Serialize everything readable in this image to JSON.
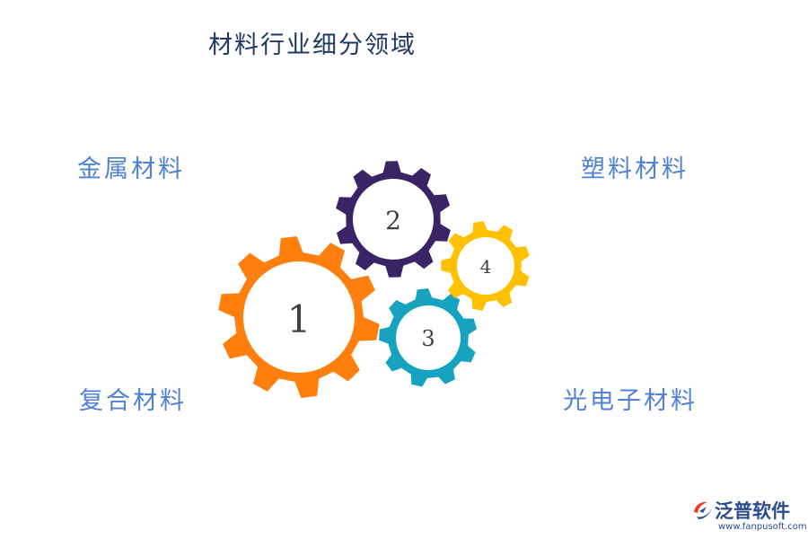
{
  "title": "材料行业细分领域",
  "labels": {
    "top_left": "金属材料",
    "top_right": "塑料材料",
    "bottom_left": "复合材料",
    "bottom_right": "光电子材料"
  },
  "gears": [
    {
      "number": "1",
      "color": "#ff7f0e"
    },
    {
      "number": "2",
      "color": "#3b2466"
    },
    {
      "number": "3",
      "color": "#17a3bf"
    },
    {
      "number": "4",
      "color": "#ffc000"
    }
  ],
  "logo": {
    "name": "泛普软件",
    "url": "www.fanpusoft.com",
    "colors": [
      "#e8412d",
      "#2b4c8c"
    ]
  }
}
